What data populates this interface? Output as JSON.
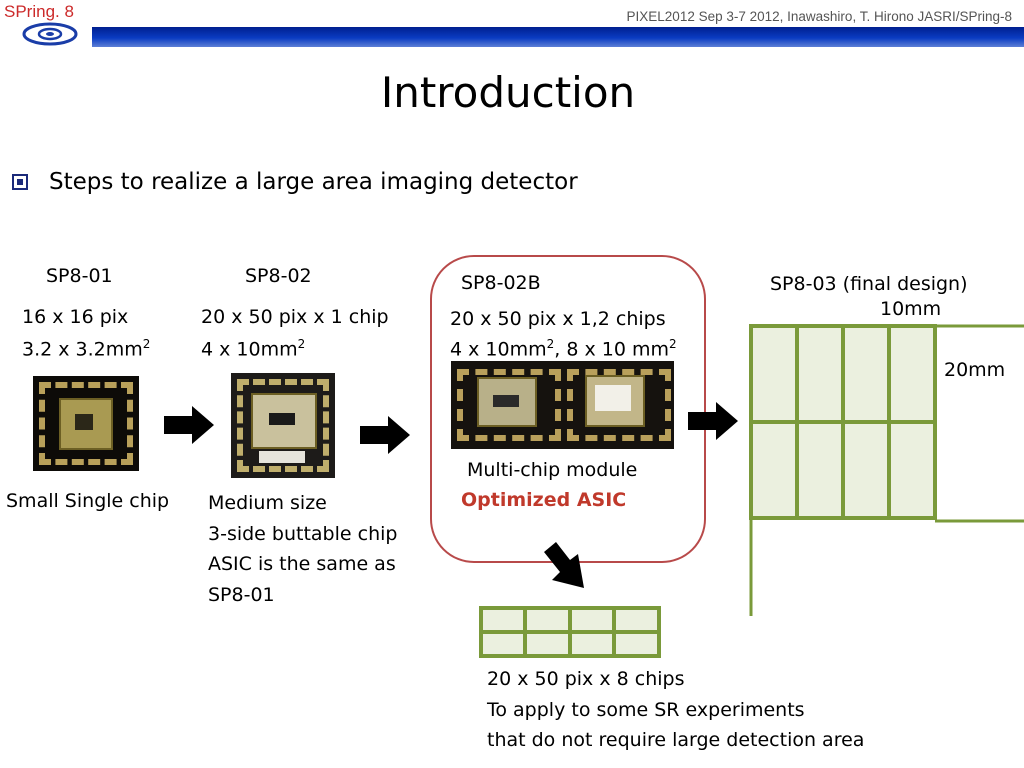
{
  "header": {
    "logo_text": "SPring. 8",
    "conference": "PIXEL2012 Sep 3-7 2012, Inawashiro, T. Hirono JASRI/SPring-8"
  },
  "title": "Introduction",
  "bullet": "Steps to realize a large area imaging detector",
  "stages": {
    "sp8_01": {
      "name": "SP8-01",
      "pixels": "16 x 16 pix",
      "size": "3.2 x 3.2mm",
      "size_sup": "2",
      "caption": "Small Single chip"
    },
    "sp8_02": {
      "name": "SP8-02",
      "pixels": "20 x 50 pix x 1 chip",
      "size": "4 x 10mm",
      "size_sup": "2",
      "caption_lines": [
        "Medium size",
        "3-side buttable chip",
        "ASIC is the same as",
        "SP8-01"
      ]
    },
    "sp8_02b": {
      "name": "SP8-02B",
      "pixels": "20 x 50 pix x 1,2 chips",
      "size_a": "4 x 10mm",
      "size_a_sup": "2",
      "size_b": ", 8 x 10 mm",
      "size_b_sup": "2",
      "caption": "Multi-chip module",
      "highlight": "Optimized ASIC"
    },
    "sp8_03": {
      "name": "SP8-03 (final design)",
      "width_label": "10mm",
      "height_label": "20mm"
    },
    "multi_chip": {
      "lines": [
        "20 x 50 pix x 8 chips",
        "To apply to some SR experiments",
        "that do not require large detection area"
      ]
    }
  },
  "colors": {
    "grid_line": "#7a9a3a",
    "grid_fill": "#ebf0df",
    "highlight_border": "#b84a4a",
    "highlight_text": "#c0392b",
    "header_band": "#0a3cc2"
  }
}
